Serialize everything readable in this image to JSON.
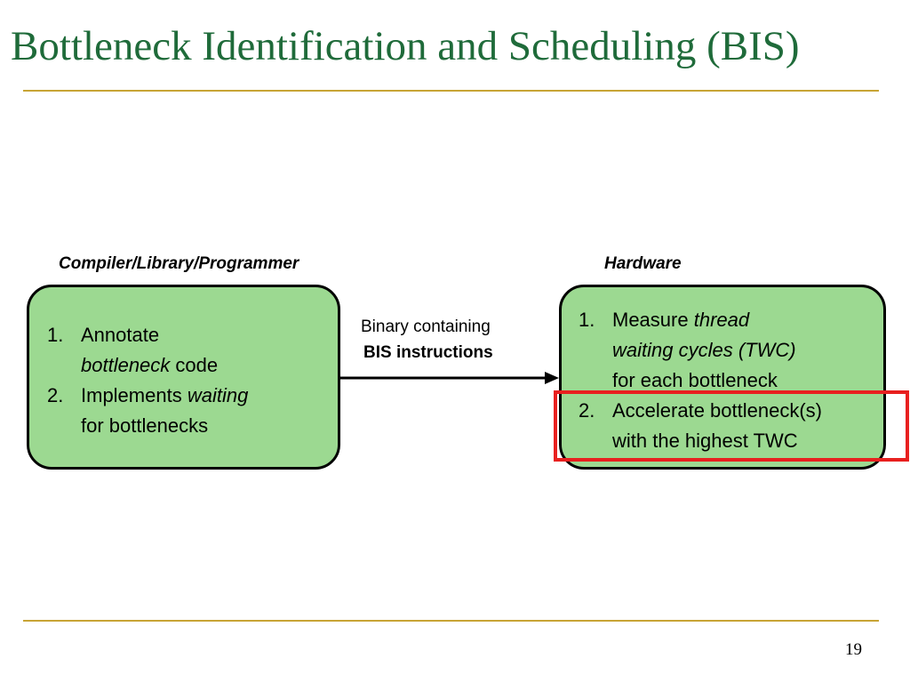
{
  "slide": {
    "title": "Bottleneck Identification and Scheduling (BIS)",
    "page_number": "19"
  },
  "colors": {
    "title": "#1f6b3a",
    "rule": "#c8a435",
    "box_fill": "#9cd991",
    "highlight_border": "#e8201f"
  },
  "left_panel": {
    "heading": "Compiler/Library/Programmer",
    "items": [
      {
        "number": "1.",
        "line1": "Annotate",
        "line2_em": "bottleneck",
        "line2_rest": " code"
      },
      {
        "number": "2.",
        "line1": "Implements ",
        "line1_em": "waiting",
        "line2": "for bottlenecks"
      }
    ]
  },
  "connector": {
    "caption_line1": "Binary containing",
    "caption_line2": "BIS instructions"
  },
  "right_panel": {
    "heading": "Hardware",
    "items": [
      {
        "number": "1.",
        "line1": "Measure ",
        "line1_em": "thread",
        "line2_em": "waiting cycles (TWC)",
        "line3": "for each bottleneck"
      },
      {
        "number": "2.",
        "line1": "Accelerate bottleneck(s)",
        "line2": "with the highest TWC"
      }
    ]
  }
}
